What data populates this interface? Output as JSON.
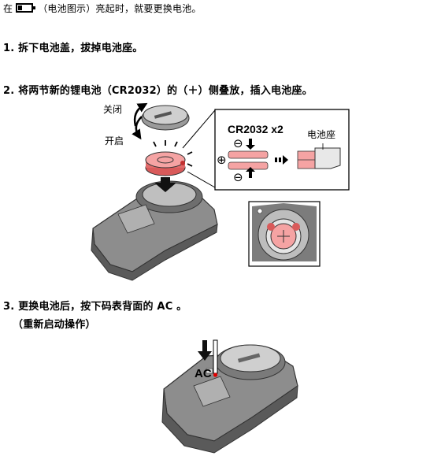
{
  "intro": {
    "prefix": "在",
    "suffix": "（电池图示）亮起时，就要更换电池。",
    "icon": "battery-low-icon"
  },
  "steps": [
    {
      "text": "1. 拆下电池盖，拔掉电池座。"
    },
    {
      "text": "2. 将两节新的锂电池（CR2032）的（＋）侧叠放，插入电池座。"
    },
    {
      "text": "3. 更换电池后，按下码表背面的 AC 。"
    }
  ],
  "step3_note": "（重新启动操作）",
  "diagram1": {
    "close_label": "关闭",
    "open_label": "开启",
    "battery_title": "CR2032 x2",
    "holder_label": "电池座",
    "minus_symbol": "⊖",
    "plus_symbol": "⊕"
  },
  "diagram2": {
    "ac_label": "AC"
  },
  "colors": {
    "battery_pink": "#f08c8c",
    "battery_dark": "#d95a5a",
    "device_gray": "#8a8a8a",
    "device_dark": "#4a4a4a"
  }
}
